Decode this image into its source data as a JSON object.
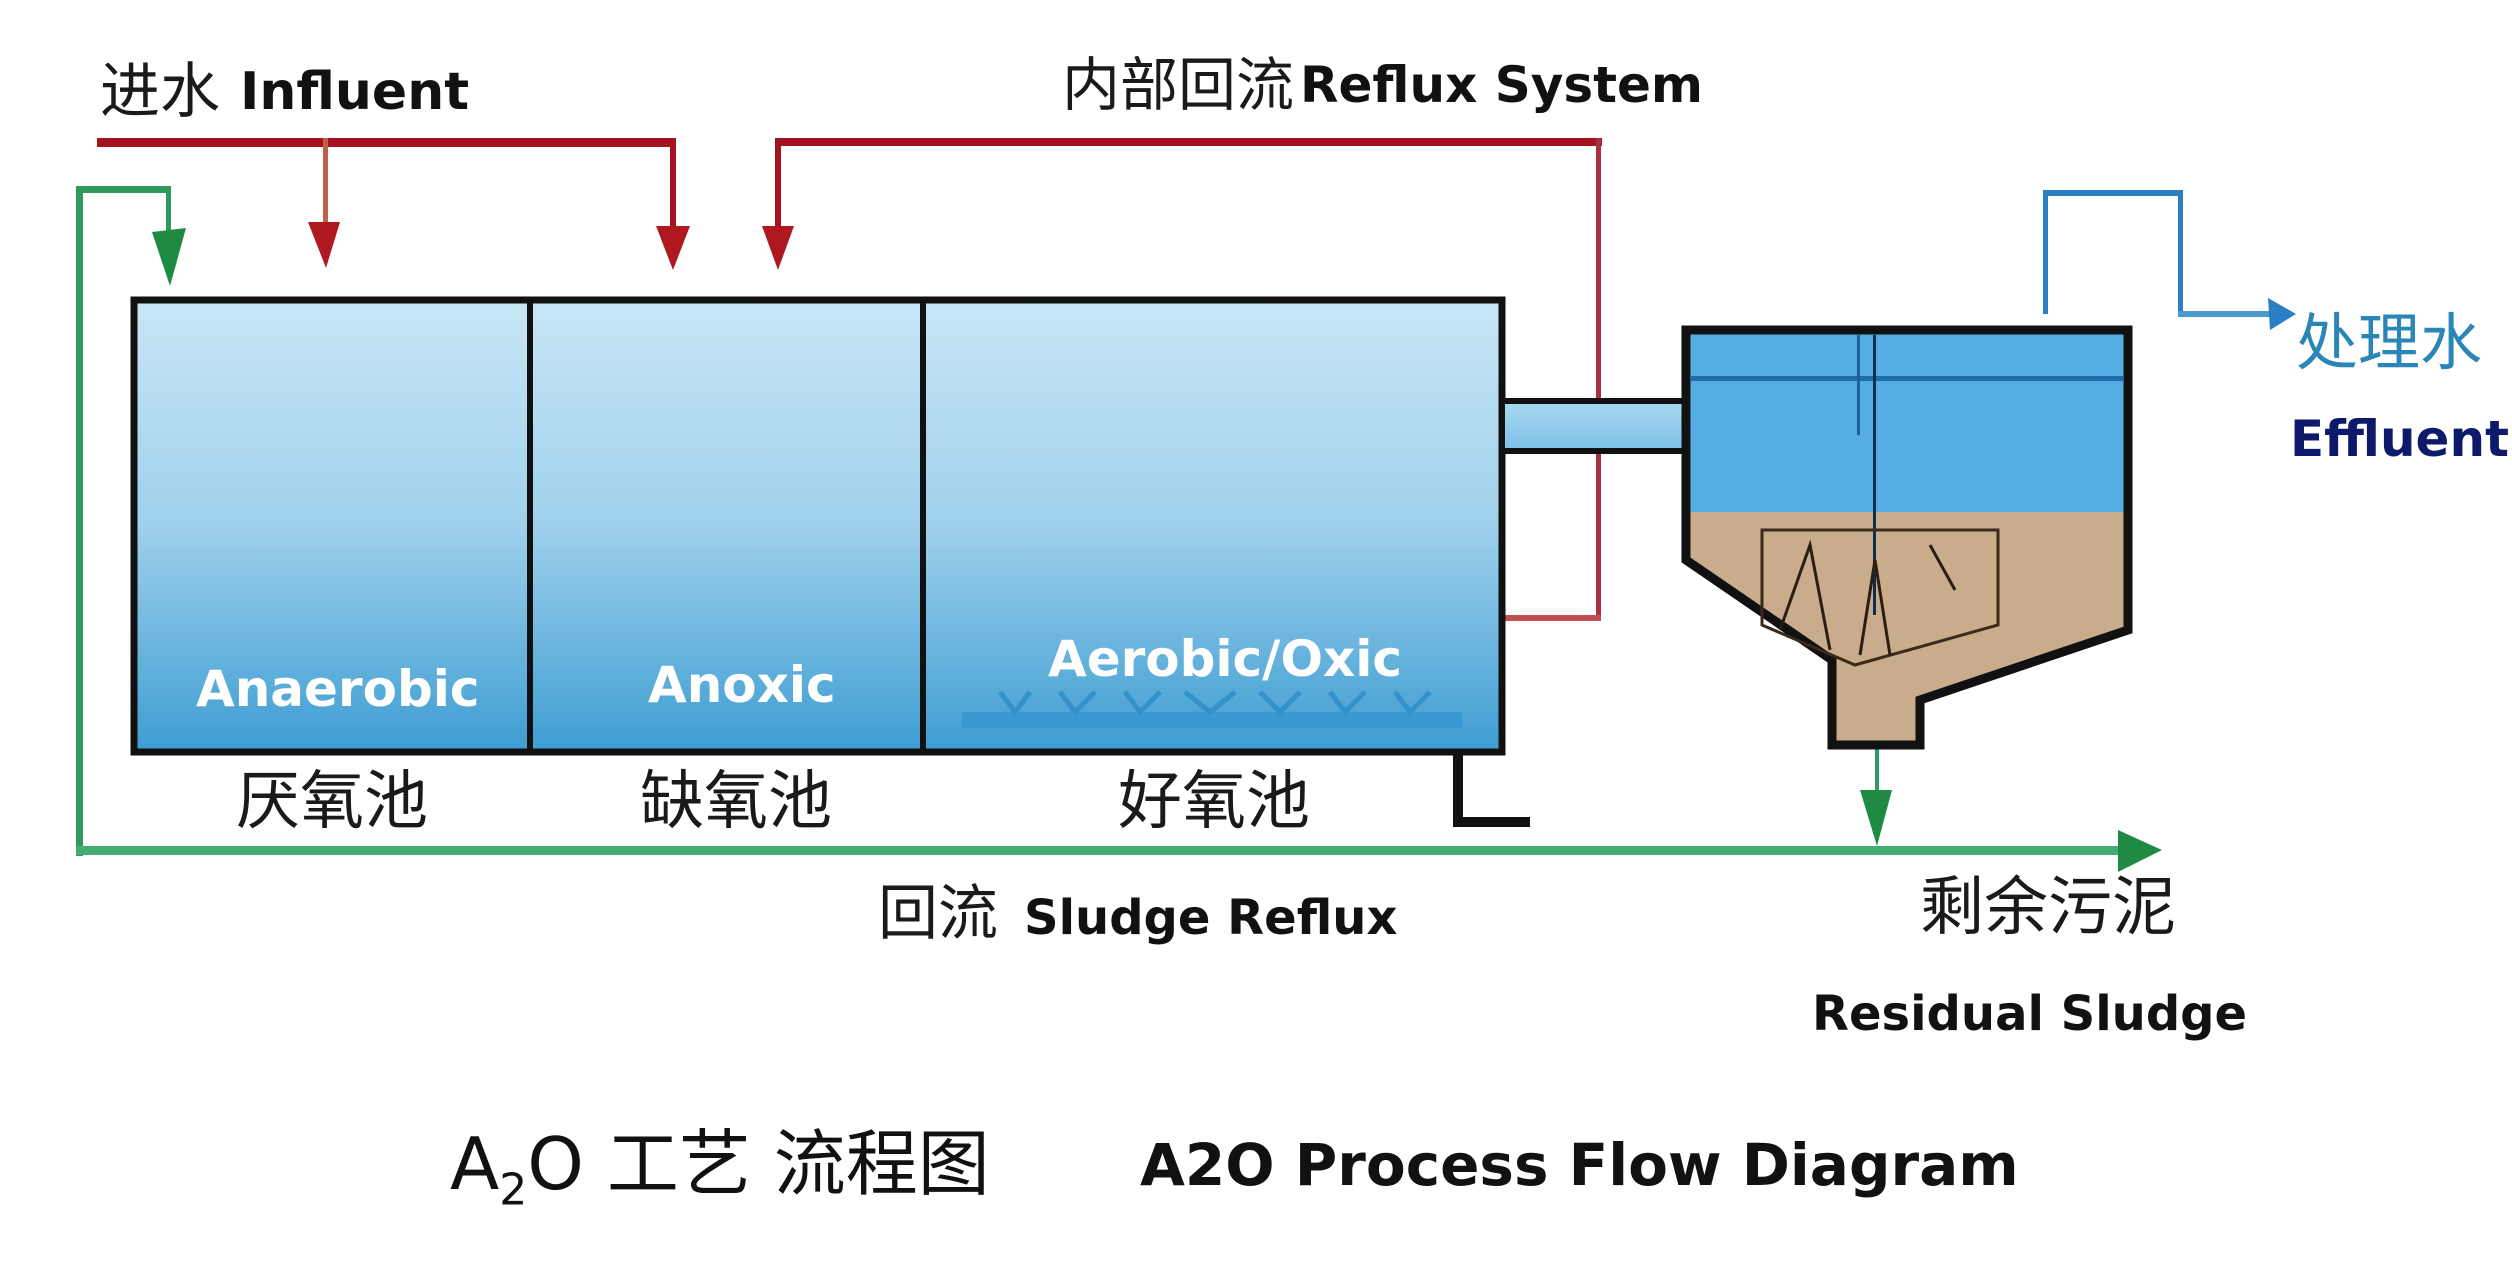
{
  "labels": {
    "influent_cn": "进水",
    "influent_en": "Influent",
    "reflux_cn": "内部回流",
    "reflux_en": "Reflux System",
    "effluent_cn": "处理水",
    "effluent_en": "Effluent",
    "sludge_reflux_cn": "回流",
    "sludge_reflux_en": "Sludge Reflux",
    "residual_cn": "剩余污泥",
    "residual_en": "Residual Sludge"
  },
  "tanks": [
    {
      "name_en": "Anaerobic",
      "name_cn": "厌氧池"
    },
    {
      "name_en": "Anoxic",
      "name_cn": "缺氧池"
    },
    {
      "name_en": "Aerobic/Oxic",
      "name_cn": "好氧池"
    }
  ],
  "title": {
    "cn_prefix": "A",
    "cn_sub": "2",
    "cn_suffix": "O 工艺 流程图",
    "en": "A2O Process Flow Diagram"
  },
  "colors": {
    "influent_line": "#a31420",
    "reflux_line": "#a31420",
    "sludge_line": "#2f9e5f",
    "effluent_line": "#2a7fc4",
    "effluent_en_text": "#0d1a6b",
    "effluent_cn_text": "#2b86b8",
    "tank_water_top": "#c5e4f4",
    "tank_water_bottom": "#3e9ed3",
    "clarifier_water": "#55aee3",
    "sludge": "#c9ac8c"
  }
}
